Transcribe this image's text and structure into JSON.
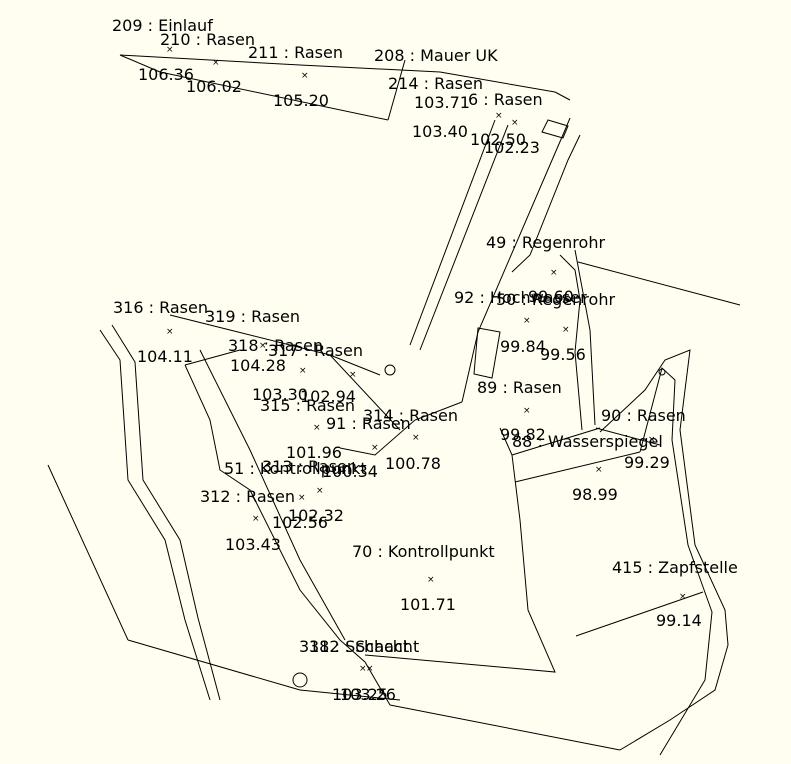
{
  "map": {
    "background": "#fffef0",
    "line_color": "#000000",
    "points": [
      {
        "label": "209 : Einlauf",
        "elevation": "106.36"
      },
      {
        "label": "210 : Rasen",
        "elevation": "106.02"
      },
      {
        "label": "211 : Rasen",
        "elevation": "105.20"
      },
      {
        "label": "208 : Mauer UK",
        "elevation": ""
      },
      {
        "label": "214 : Rasen",
        "elevation": "103.71"
      },
      {
        "label": "6 : Rasen",
        "elevation": "102.50"
      },
      {
        "label": "",
        "elevation": "103.40"
      },
      {
        "label": "",
        "elevation": "102.23"
      },
      {
        "label": "49 : Regenrohr",
        "elevation": "99.60"
      },
      {
        "label": "92 : Hochwasser",
        "elevation": "99.84"
      },
      {
        "label": "50 : Regenrohr",
        "elevation": "99.56"
      },
      {
        "label": "316 : Rasen",
        "elevation": "104.11"
      },
      {
        "label": "319 : Rasen",
        "elevation": "104.28"
      },
      {
        "label": "318 : Rasen",
        "elevation": "103.30"
      },
      {
        "label": "317 : Rasen",
        "elevation": "102.94"
      },
      {
        "label": "315 : Rasen",
        "elevation": "101.96"
      },
      {
        "label": "314 : Rasen",
        "elevation": "100.78"
      },
      {
        "label": "91 : Rasen",
        "elevation": ""
      },
      {
        "label": "89 : Rasen",
        "elevation": "99.82"
      },
      {
        "label": "88 : Wasserspiegel",
        "elevation": "98.99"
      },
      {
        "label": "90 : Rasen",
        "elevation": "99.29"
      },
      {
        "label": "51 : Kontrollpunkt",
        "elevation": "100.34"
      },
      {
        "label": "313 : Rasen",
        "elevation": "102.32"
      },
      {
        "label": "312 : Rasen",
        "elevation": "102.56"
      },
      {
        "label": "",
        "elevation": "103.43"
      },
      {
        "label": "70 : Kontrollpunkt",
        "elevation": "101.71"
      },
      {
        "label": "415 : Zapfstelle",
        "elevation": "99.14"
      },
      {
        "label": "311 : Schacht",
        "elevation": "103.25"
      },
      {
        "label": "382 : Schacht",
        "elevation": "103.26"
      }
    ]
  }
}
